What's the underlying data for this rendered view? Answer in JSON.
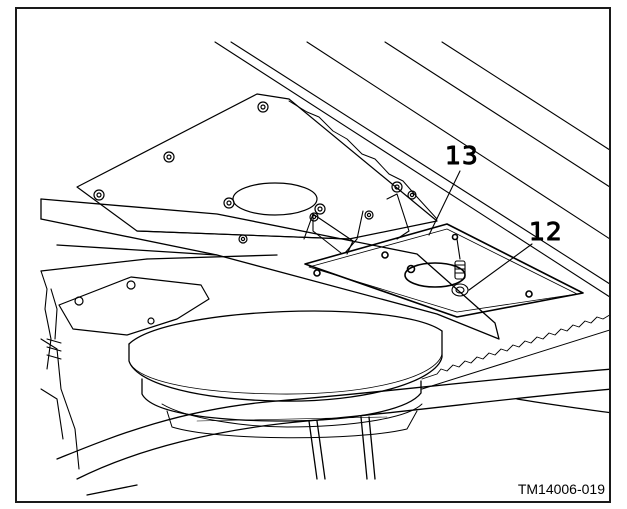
{
  "figure": {
    "id": "TM14006-019",
    "callouts": {
      "item_13": "13",
      "item_12": "12"
    }
  }
}
